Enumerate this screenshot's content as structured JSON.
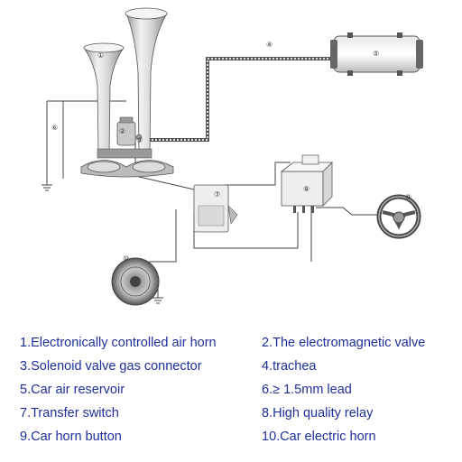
{
  "callouts": [
    "①",
    "②",
    "③",
    "④",
    "⑤",
    "⑥",
    "⑦",
    "⑧",
    "⑨",
    "⑩"
  ],
  "legend": [
    "1.Electronically controlled air horn",
    "2.The electromagnetic valve",
    "3.Solenoid valve gas connector",
    "4.trachea",
    "5.Car air reservoir",
    "6.≥ 1.5mm lead",
    "7.Transfer switch",
    "8.High quality relay",
    "9.Car horn button",
    "10.Car electric horn"
  ],
  "colors": {
    "legend_text": "#1f2f9a",
    "line": "#444444",
    "background": "#ffffff"
  },
  "icons": [
    "air-horn-icon",
    "solenoid-valve-icon",
    "air-tank-icon",
    "relay-icon",
    "steering-wheel-icon",
    "electric-horn-icon",
    "switch-icon",
    "ground-icon"
  ]
}
